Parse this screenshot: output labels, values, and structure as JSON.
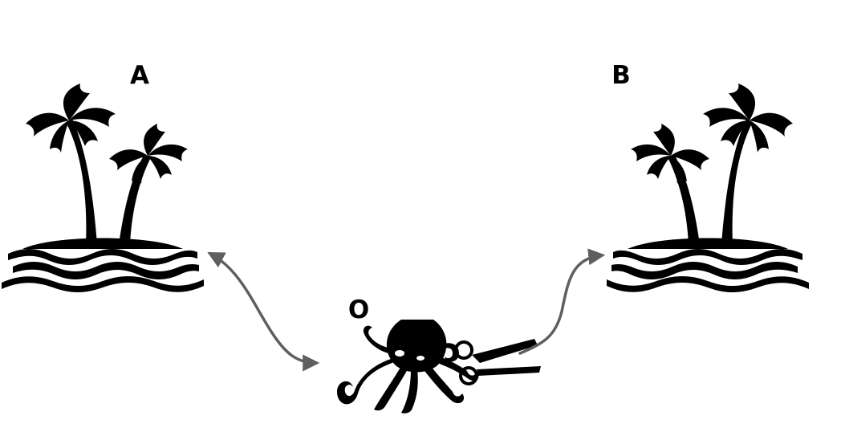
{
  "nodes": {
    "island_a": {
      "label": "A",
      "icon": "palm-island-icon"
    },
    "island_b": {
      "label": "B",
      "icon": "palm-island-icon"
    },
    "octopus": {
      "label": "O",
      "icon": "octopus-icon",
      "tool_icon": "scissors-icon"
    }
  },
  "links": [
    {
      "from": "island_a",
      "to": "octopus",
      "direction": "bidirectional"
    },
    {
      "from": "octopus",
      "to": "island_b",
      "direction": "forward"
    }
  ],
  "colors": {
    "ink": "#000000",
    "arrow": "#5f5f5f",
    "background": "#ffffff"
  }
}
